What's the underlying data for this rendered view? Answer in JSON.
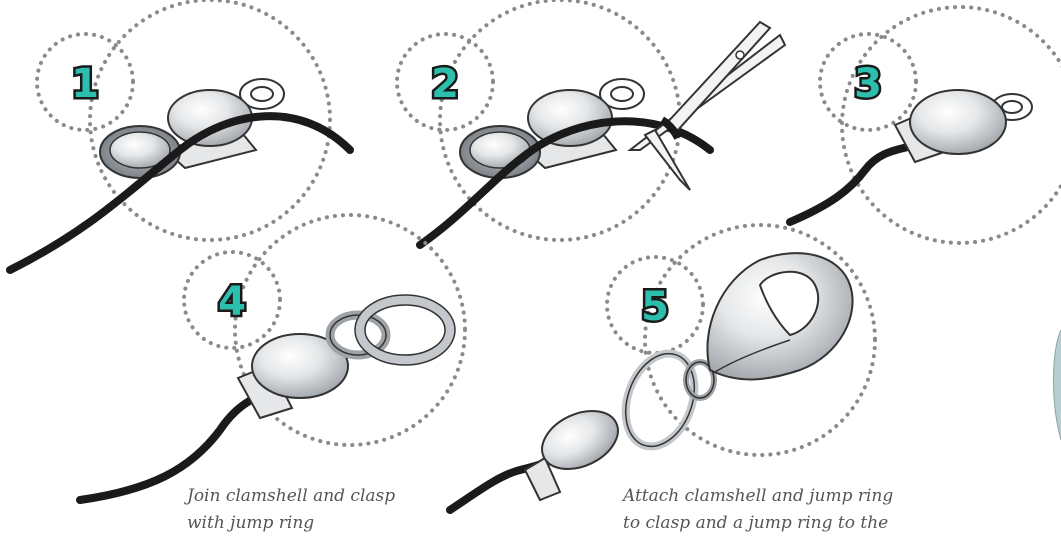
{
  "steps": [
    {
      "number": "1"
    },
    {
      "number": "2"
    },
    {
      "number": "3"
    },
    {
      "number": "4"
    },
    {
      "number": "5"
    }
  ],
  "captions": {
    "step4_line1": "Join clamshell and clasp",
    "step4_line2": "with jump ring",
    "step5_line1": "Attach clamshell and jump ring",
    "step5_line2": "to clasp and a jump ring to the"
  },
  "colors": {
    "accent": "#2dbfae",
    "cord": "#1a1a1a",
    "dots": "#8a8a8a",
    "caption": "#555555"
  }
}
